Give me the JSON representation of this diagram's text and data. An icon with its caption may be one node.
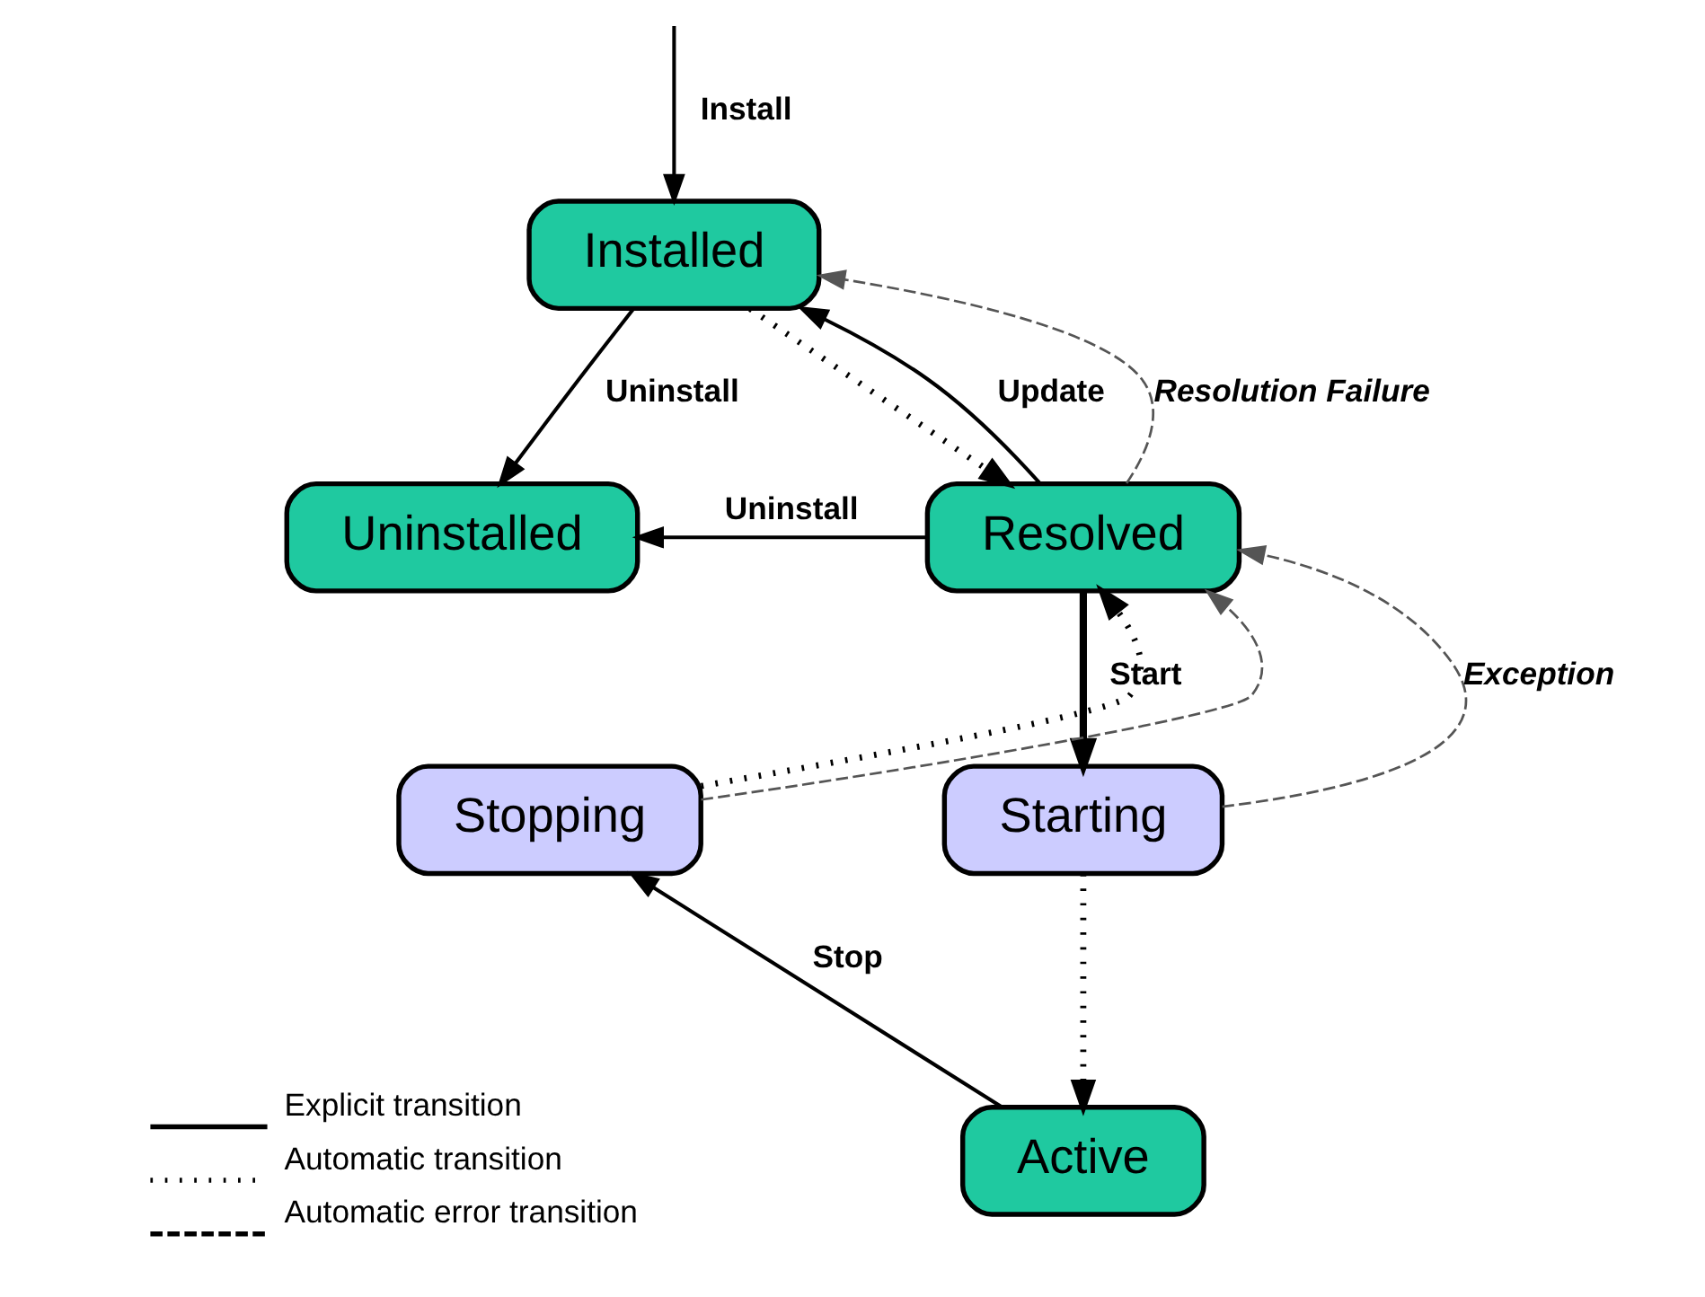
{
  "diagram": {
    "nodes": [
      {
        "text": [
          "Installed"
        ]
      },
      {
        "text": [
          "Uninstalled"
        ]
      },
      {
        "text": [
          "Resolved"
        ]
      },
      {
        "text": [
          "Stopping"
        ]
      },
      {
        "text": [
          "Starting"
        ]
      },
      {
        "text": [
          "Active"
        ]
      }
    ],
    "edges": [
      {
        "from": null,
        "to": 0,
        "arrow": "to",
        "label": "Install"
      },
      {
        "from": 0,
        "to": 1,
        "arrow": "to",
        "label": "Uninstall"
      },
      {
        "from": 2,
        "to": 0,
        "arrow": "to",
        "label": "Update"
      },
      {
        "from": 0,
        "to": 2,
        "arrow": "to",
        "style": "dashed"
      },
      {
        "from": 2,
        "to": 0,
        "arrow": "to",
        "style": "dashed",
        "color": "#555555",
        "label": "Resolution Failure"
      },
      {
        "from": 2,
        "to": 1,
        "arrow": "to",
        "label": "Uninstall"
      },
      {
        "from": 2,
        "to": 4,
        "arrow": "to",
        "style": "thick",
        "label": "Start"
      },
      {
        "from": 4,
        "to": 5,
        "arrow": "to",
        "style": "dashed"
      },
      {
        "from": 5,
        "to": 3,
        "arrow": "to",
        "label": "Stop"
      },
      {
        "from": 3,
        "to": 2,
        "arrow": "to",
        "style": "dashed"
      },
      {
        "from": 3,
        "to": 2,
        "arrow": "to",
        "style": "dashed",
        "color": "#555555"
      },
      {
        "from": 4,
        "to": 2,
        "arrow": "to",
        "style": "dashed",
        "color": "#555555",
        "label": "Exception"
      }
    ],
    "legend": [
      {
        "text": "Explicit transition"
      },
      {
        "text": "Automatic transition"
      },
      {
        "text": "Automatic error transition"
      }
    ]
  }
}
